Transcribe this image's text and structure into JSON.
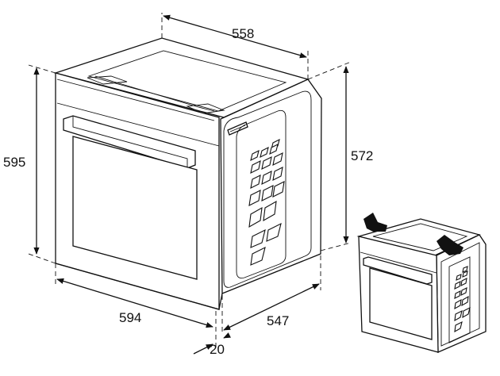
{
  "dimensions": {
    "depth_top": "558",
    "height_front": "595",
    "height_side": "572",
    "width_front": "594",
    "depth_side": "547",
    "offset": "20"
  },
  "colors": {
    "line": "#111111",
    "background": "#ffffff"
  },
  "icons": {
    "install_hand_left": "hand-pointer-icon",
    "install_hand_right": "hand-pointer-icon"
  }
}
